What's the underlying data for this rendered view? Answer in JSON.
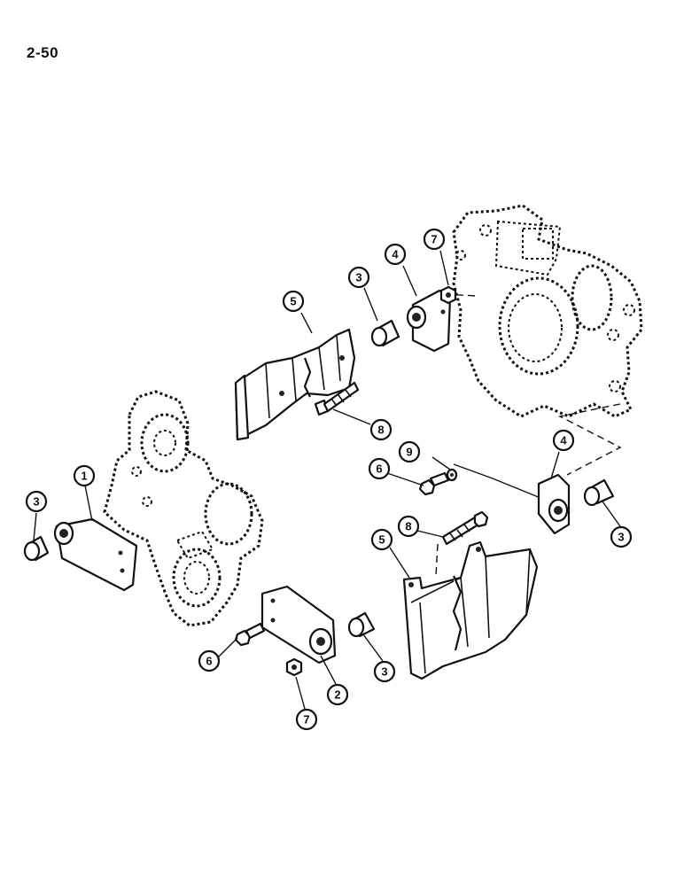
{
  "page": {
    "number": "2-50"
  },
  "callouts": [
    {
      "id": "c1",
      "label": "1"
    },
    {
      "id": "c2",
      "label": "2"
    },
    {
      "id": "c3a",
      "label": "3"
    },
    {
      "id": "c3b",
      "label": "3"
    },
    {
      "id": "c3c",
      "label": "3"
    },
    {
      "id": "c3d",
      "label": "3"
    },
    {
      "id": "c4a",
      "label": "4"
    },
    {
      "id": "c4b",
      "label": "4"
    },
    {
      "id": "c5a",
      "label": "5"
    },
    {
      "id": "c5b",
      "label": "5"
    },
    {
      "id": "c6a",
      "label": "6"
    },
    {
      "id": "c6b",
      "label": "6"
    },
    {
      "id": "c7a",
      "label": "7"
    },
    {
      "id": "c7b",
      "label": "7"
    },
    {
      "id": "c8a",
      "label": "8"
    },
    {
      "id": "c8b",
      "label": "8"
    },
    {
      "id": "c9",
      "label": "9"
    }
  ]
}
